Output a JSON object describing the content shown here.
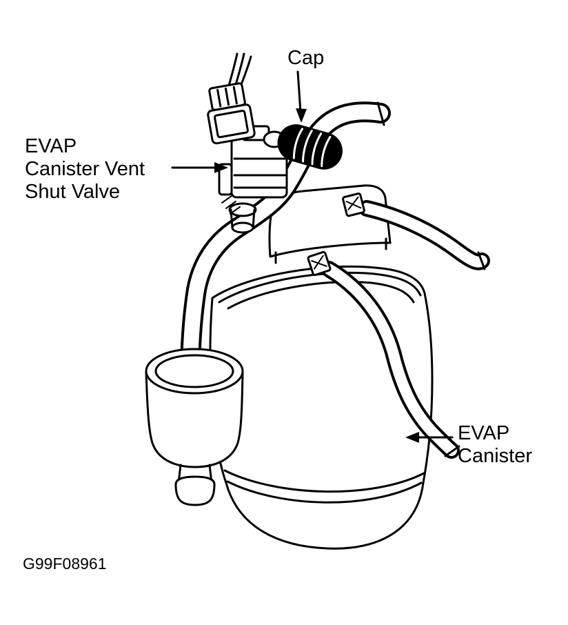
{
  "figure": {
    "background": "#ffffff",
    "ink": "#000000",
    "id_text": "G99F08961",
    "labels": {
      "cap": "Cap",
      "vent_valve_lines": [
        "EVAP",
        "Canister Vent",
        "Shut Valve"
      ],
      "canister_lines": [
        "EVAP",
        "Canister"
      ]
    }
  }
}
